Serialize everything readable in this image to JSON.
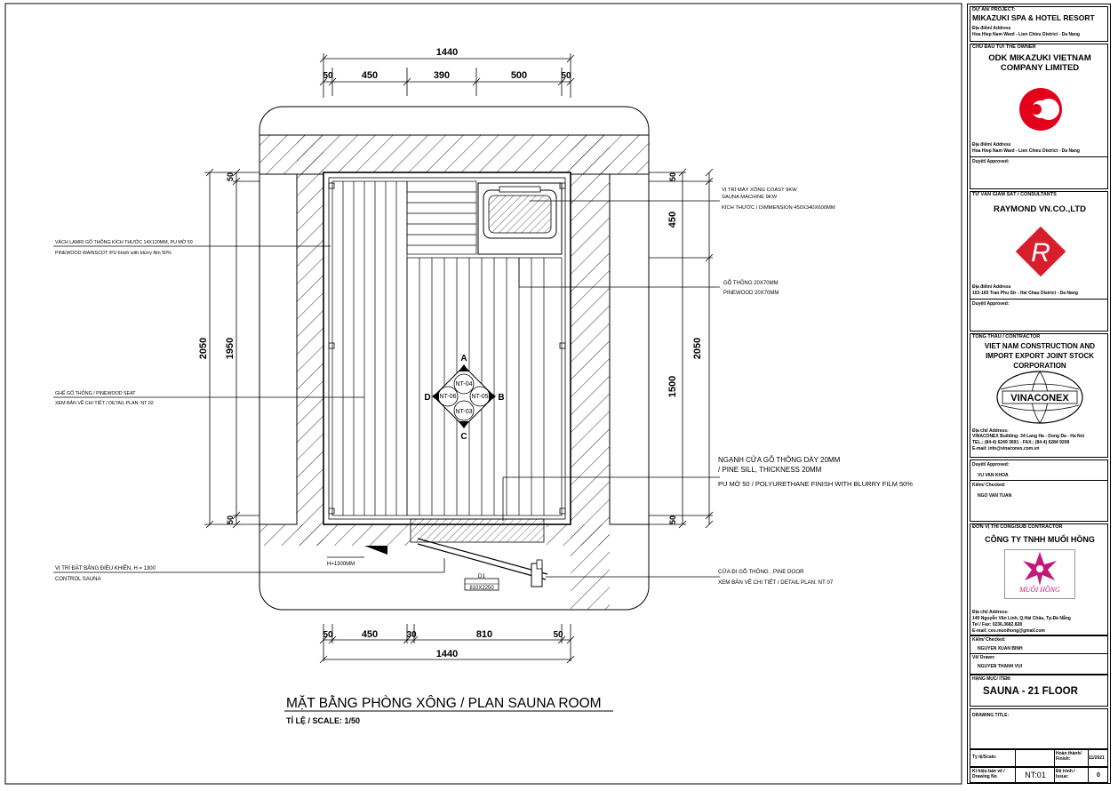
{
  "dims": {
    "top_total": "1440",
    "top_parts": [
      "50",
      "450",
      "390",
      "500",
      "50"
    ],
    "bottom_total": "1440",
    "bottom_parts": [
      "50",
      "450",
      "30",
      "810",
      "50"
    ],
    "left_outer": "2050",
    "left_inner": "1950",
    "left_top": "50",
    "left_bottom": "50",
    "right_outer": "2050",
    "right_top": "50",
    "right_450": "450",
    "right_1500": "1500",
    "right_bottom": "50"
  },
  "notes": {
    "wainscot_vn": "VÁCH LAMRI GỖ THÔNG KÍCH THƯỚC 14X120MM, PU MỜ 50",
    "wainscot_en": "PINEWOOD WAINSCOT /PU finish with blurry film 50%",
    "seat_vn": "GHẾ GỖ THÔNG / PINEWOOD SEAT",
    "seat_en": "XEM BẢN VẼ CHI TIẾT / DETAIL PLAN: NT 02",
    "control_vn": "VỊ TRÍ ĐẶT BẢNG ĐIỀU KHIỂN, H = 1300",
    "control_en": "CONTROL SAUNA",
    "h_label": "H=1300MM",
    "machine_vn": "VỊ TRÍ MÁY XÔNG COAST 9KW",
    "machine_en": "SAUNA MACHINE 9KW",
    "machine_dim": "KÍCH THƯỚC / DIMMENSION 450X340X600MM",
    "pine_vn": "GỖ THÔNG 20X70MM",
    "pine_en": "PINEWOOD 20X70MM",
    "sill_vn": "NGẠNH CỬA GỖ THÔNG DÀY 20MM",
    "sill_en": "/ PINE SILL,  THICKNESS 20MM",
    "sill_pu": "PU MỜ 50 / POLYURETHANE FINISH WITH BLURRY FILM 50%",
    "door_vn": "CỬA ĐI GỖ THÔNG , PINE DOOR",
    "door_en": "XEM BẢN VẼ CHI TIẾT / DETAIL PLAN: NT 07",
    "door_code": "D1",
    "door_size": "810X2250"
  },
  "marker": {
    "a": "A",
    "b": "B",
    "c": "C",
    "d": "D",
    "t1": "NT-04",
    "t2": "NT-05",
    "t3": "NT-06",
    "t4": "NT-03"
  },
  "plan_title": "MẶT BẰNG PHÒNG XÔNG / PLAN SAUNA ROOM",
  "plan_scale": "TỈ LỆ / SCALE: 1/50",
  "titleblock": {
    "project_label": "DỰ ÁN/ PROJECT:",
    "project_name": "MIKAZUKI SPA & HOTEL RESORT",
    "project_addr_label": "Địa điểm/ Address",
    "project_addr": "Hoa Hiep Nam Ward - Lien Chieu District - Da Nang",
    "owner_label": "CHỦ ĐẦU TƯ/ THE OWNER",
    "owner_name": "ODK MIKAZUKI VIETNAM COMPANY LIMITED",
    "owner_addr_label": "Địa điểm/ Address",
    "owner_addr": "Hoa Hiep Nam Ward - Lien Chieu District - Da Nang",
    "owner_approved": "Duyệt/ Approved:",
    "consult_label": "TƯ VẤN GIÁM SÁT / CONSULTANTS",
    "consult_name": "RAYMOND VN.CO.,LTD",
    "consult_addr_label": "Địa điểm/ Address",
    "consult_addr": "163-165 Tran Phu Str - Hai Chau District - Da Nang",
    "consult_approved": "Duyệt/ Approved:",
    "contractor_label": "TỔNG THẦU / CONTRACTOR",
    "contractor_name": "VIET NAM CONSTRUCTION AND IMPORT EXPORT JOINT STOCK CORPORATION",
    "contractor_logo": "VINACONEX",
    "contractor_addr_label": "Địa chỉ/ Address:",
    "contractor_addr1": "VINACONEX Building- 34 Lang Ha - Dong Da - Ha Noi",
    "contractor_addr2": "TEL.: (84-4) 6249 3691 - FAX.: (84-4) 6284 9208",
    "contractor_addr3": "E-mail: info@vinaconex.com.vn",
    "approved_label": "Duyệt/ Approved:",
    "approved_name": "VU VAN KHOA",
    "checked_label": "Kiểm/ Checked:",
    "checked_name": "NGO VAN TUAN",
    "sub_label": "ĐƠN VỊ THI CÔNG/SUB CONTRACTOR",
    "sub_name": "CÔNG TY TNHH MUỐI HỒNG",
    "sub_logo_text": "MUỐI HỒNG",
    "sub_addr_label": "Địa chỉ/ Address:",
    "sub_addr1": "149 Nguyễn Văn Linh, Q.Hải Châu, Tp.Đà Nẵng",
    "sub_addr2": "Tel / Fax: 0236.3682.828",
    "sub_addr3": "E-mail: ceo.muoihong@gmail.com",
    "sub_checked_label": "Kiểm/ Checked:",
    "sub_checked_name": "NGUYEN XUAN BINH",
    "drawn_label": "Vẽ/ Drawn:",
    "drawn_name": "NGUYEN THANH VUI",
    "item_label": "HẠNG MỤC/ ITEM:",
    "item_name": "SAUNA - 21 FLOOR",
    "drawing_title_label": "DRAWING TITLE:",
    "scale_label": "Tỷ lệ/Scale:",
    "finish_label": "Hoàn thành/ Finish:",
    "finish_value": "11/2021",
    "drawno_label": "Kí hiệu bản vẽ / Drawing No",
    "drawno_value": "NT:01",
    "issue_label": "Đệ trình / Issue:",
    "issue_value": "0"
  },
  "colors": {
    "line": "#000000",
    "owner_logo": "#e3001b",
    "consult_logo": "#d81e2c",
    "sub_logo": "#c2187a"
  }
}
